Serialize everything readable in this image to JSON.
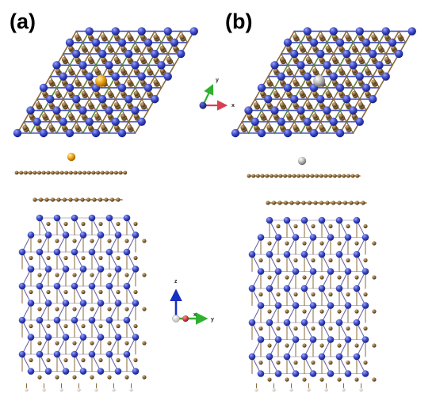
{
  "panels": [
    {
      "label": "(a)",
      "adatom": "gold-sphere",
      "adatom_color": "#f0a820"
    },
    {
      "label": "(b)",
      "adatom": "silver-sphere",
      "adatom_color": "#b8b8b8"
    }
  ],
  "axes_top": {
    "x": "x",
    "y": "y"
  },
  "axes_side": {
    "z": "z",
    "x": "x",
    "y": "y"
  },
  "colors": {
    "carbon": "#8a6a3a",
    "carbon_highlight": "#c8a070",
    "blue_atom": "#3a48c8",
    "blue_highlight": "#8c98f0",
    "bond_brown": "#8a6a3a",
    "bond_blue": "#4a58c8",
    "bottom_atom": "#e6e0dc",
    "axis_x": "#d84050",
    "axis_y": "#30b030",
    "axis_z": "#1830c0"
  }
}
